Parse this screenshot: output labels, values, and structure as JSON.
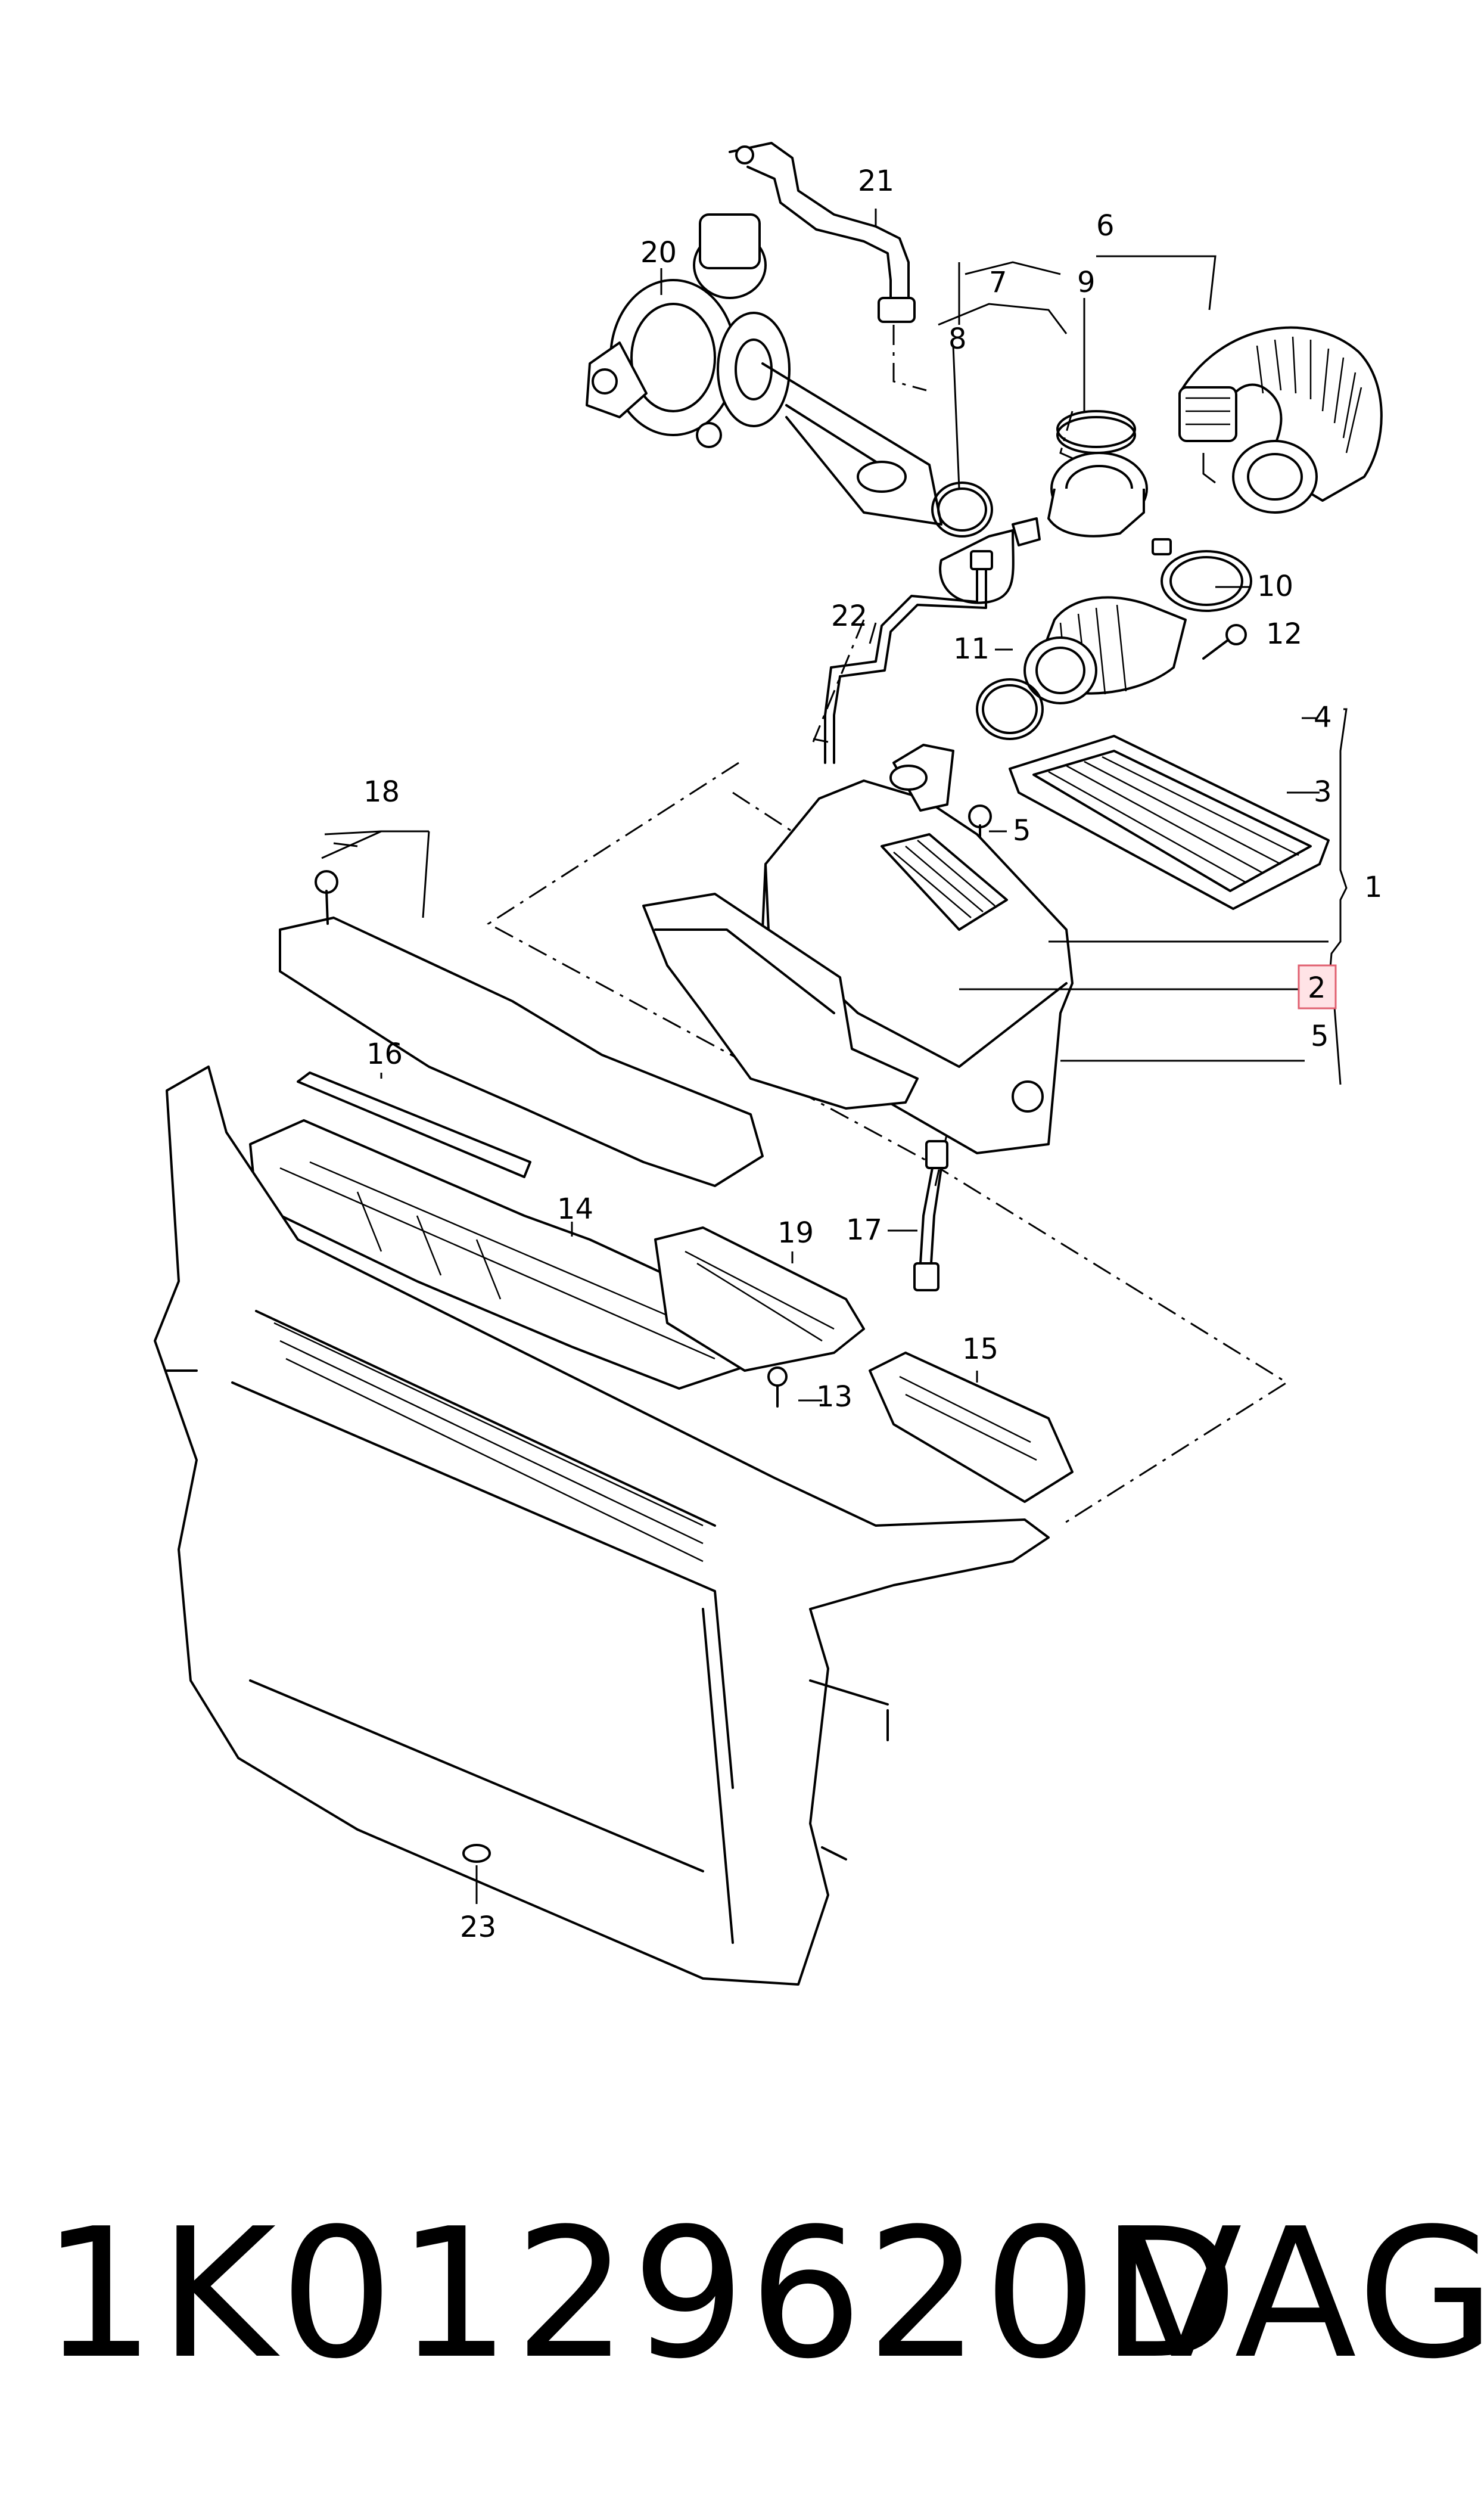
{
  "diagram": {
    "callouts": [
      {
        "id": "c1",
        "label": "1",
        "highlighted": false
      },
      {
        "id": "c2",
        "label": "2",
        "highlighted": true
      },
      {
        "id": "c3",
        "label": "3",
        "highlighted": false
      },
      {
        "id": "c4",
        "label": "4",
        "highlighted": false
      },
      {
        "id": "c5a",
        "label": "5",
        "highlighted": false
      },
      {
        "id": "c5b",
        "label": "5",
        "highlighted": false
      },
      {
        "id": "c6",
        "label": "6",
        "highlighted": false
      },
      {
        "id": "c7",
        "label": "7",
        "highlighted": false
      },
      {
        "id": "c8",
        "label": "8",
        "highlighted": false
      },
      {
        "id": "c9",
        "label": "9",
        "highlighted": false
      },
      {
        "id": "c10",
        "label": "10",
        "highlighted": false
      },
      {
        "id": "c11",
        "label": "11",
        "highlighted": false
      },
      {
        "id": "c12",
        "label": "12",
        "highlighted": false
      },
      {
        "id": "c13",
        "label": "13",
        "highlighted": false
      },
      {
        "id": "c14",
        "label": "14",
        "highlighted": false
      },
      {
        "id": "c15",
        "label": "15",
        "highlighted": false
      },
      {
        "id": "c16",
        "label": "16",
        "highlighted": false
      },
      {
        "id": "c17",
        "label": "17",
        "highlighted": false
      },
      {
        "id": "c18",
        "label": "18",
        "highlighted": false
      },
      {
        "id": "c19",
        "label": "19",
        "highlighted": false
      },
      {
        "id": "c20",
        "label": "20",
        "highlighted": false
      },
      {
        "id": "c21",
        "label": "21",
        "highlighted": false
      },
      {
        "id": "c22",
        "label": "22",
        "highlighted": false
      },
      {
        "id": "c23",
        "label": "23",
        "highlighted": false
      }
    ],
    "highlight_color": "#e06070"
  },
  "footer": {
    "part_number": "1K0129620D",
    "brand": "VAG"
  }
}
